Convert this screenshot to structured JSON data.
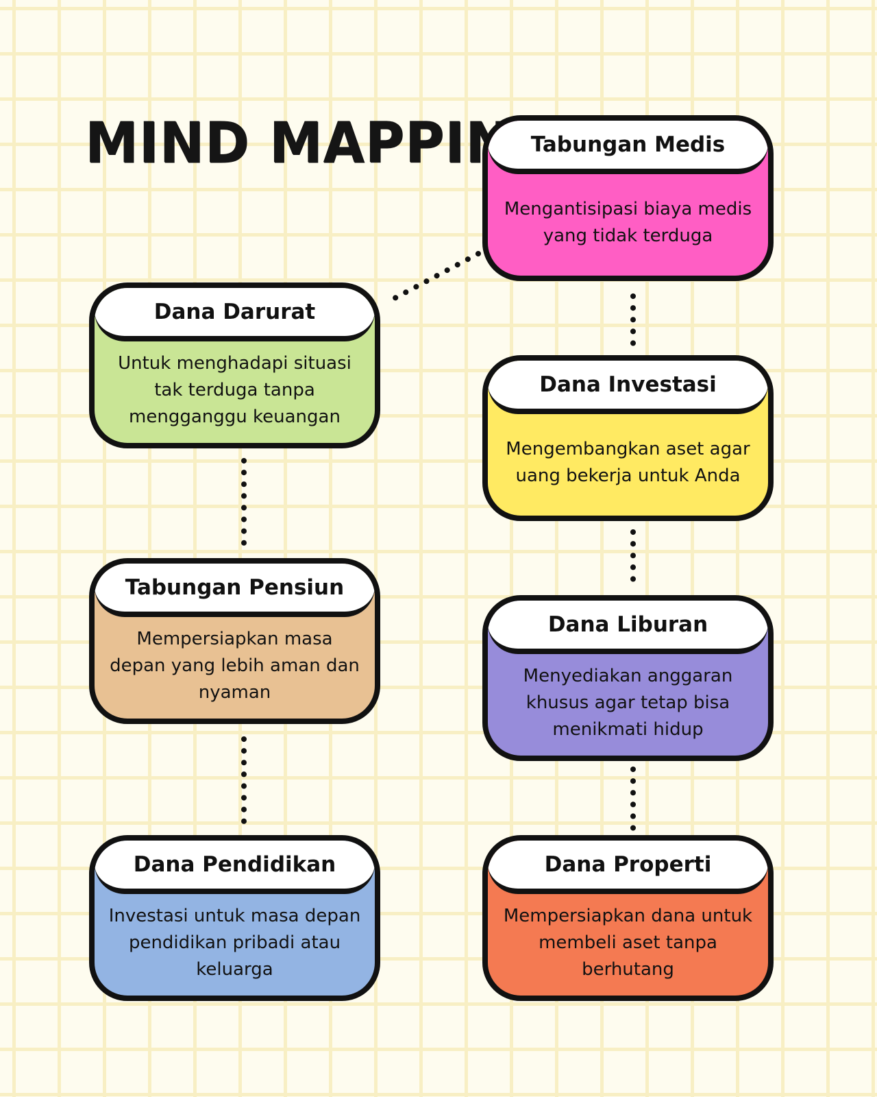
{
  "title": "MIND MAPPING",
  "cards": [
    {
      "id": "tabungan-medis",
      "title": "Tabungan Medis",
      "text": "Mengantisipasi biaya medis yang tidak terduga",
      "color": "#ff5ec4"
    },
    {
      "id": "dana-darurat",
      "title": "Dana Darurat",
      "text": "Untuk menghadapi situasi tak terduga tanpa mengganggu keuangan",
      "color": "#c9e595"
    },
    {
      "id": "dana-investasi",
      "title": "Dana Investasi",
      "text": "Mengembangkan aset agar uang bekerja untuk Anda",
      "color": "#ffea62"
    },
    {
      "id": "tabungan-pensiun",
      "title": "Tabungan Pensiun",
      "text": "Mempersiapkan masa depan yang lebih aman dan nyaman",
      "color": "#e8c193"
    },
    {
      "id": "dana-liburan",
      "title": "Dana Liburan",
      "text": "Menyediakan anggaran khusus agar tetap bisa menikmati hidup",
      "color": "#978cda"
    },
    {
      "id": "dana-pendidikan",
      "title": "Dana Pendidikan",
      "text": "Investasi untuk masa depan pendidikan pribadi atau keluarga",
      "color": "#93b4e3"
    },
    {
      "id": "dana-properti",
      "title": "Dana Properti",
      "text": "Mempersiapkan dana untuk membeli aset tanpa berhutang",
      "color": "#f47a52"
    }
  ]
}
